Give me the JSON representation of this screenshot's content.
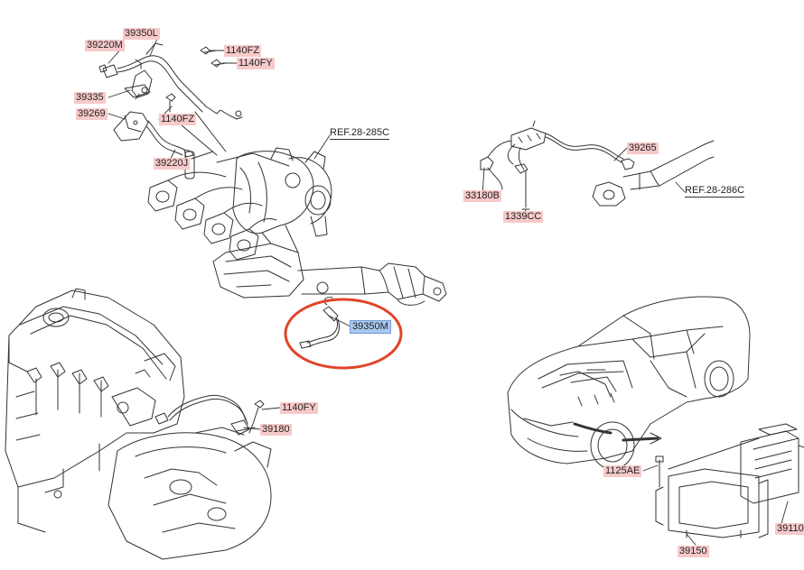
{
  "labels": {
    "p39350L": "39350L",
    "p39220M": "39220M",
    "p1140FZ_a": "1140FZ",
    "p1140FY_a": "1140FY",
    "p39335": "39335",
    "p39269": "39269",
    "p1140FZ_b": "1140FZ",
    "p39220J": "39220J",
    "p39265": "39265",
    "p33180B": "33180B",
    "p1339CC": "1339CC",
    "p39350M": "39350M",
    "p1140FY_b": "1140FY",
    "p39180": "39180",
    "p1125AE": "1125AE",
    "p39150": "39150",
    "p39110": "39110"
  },
  "refs": {
    "r28285C": "REF.28-285C",
    "r28286C": "REF.28-286C"
  },
  "colors": {
    "label_bg": "#f7c9c9",
    "selected_bg": "#a9c8f0",
    "highlight_circle": "#e0452a"
  }
}
